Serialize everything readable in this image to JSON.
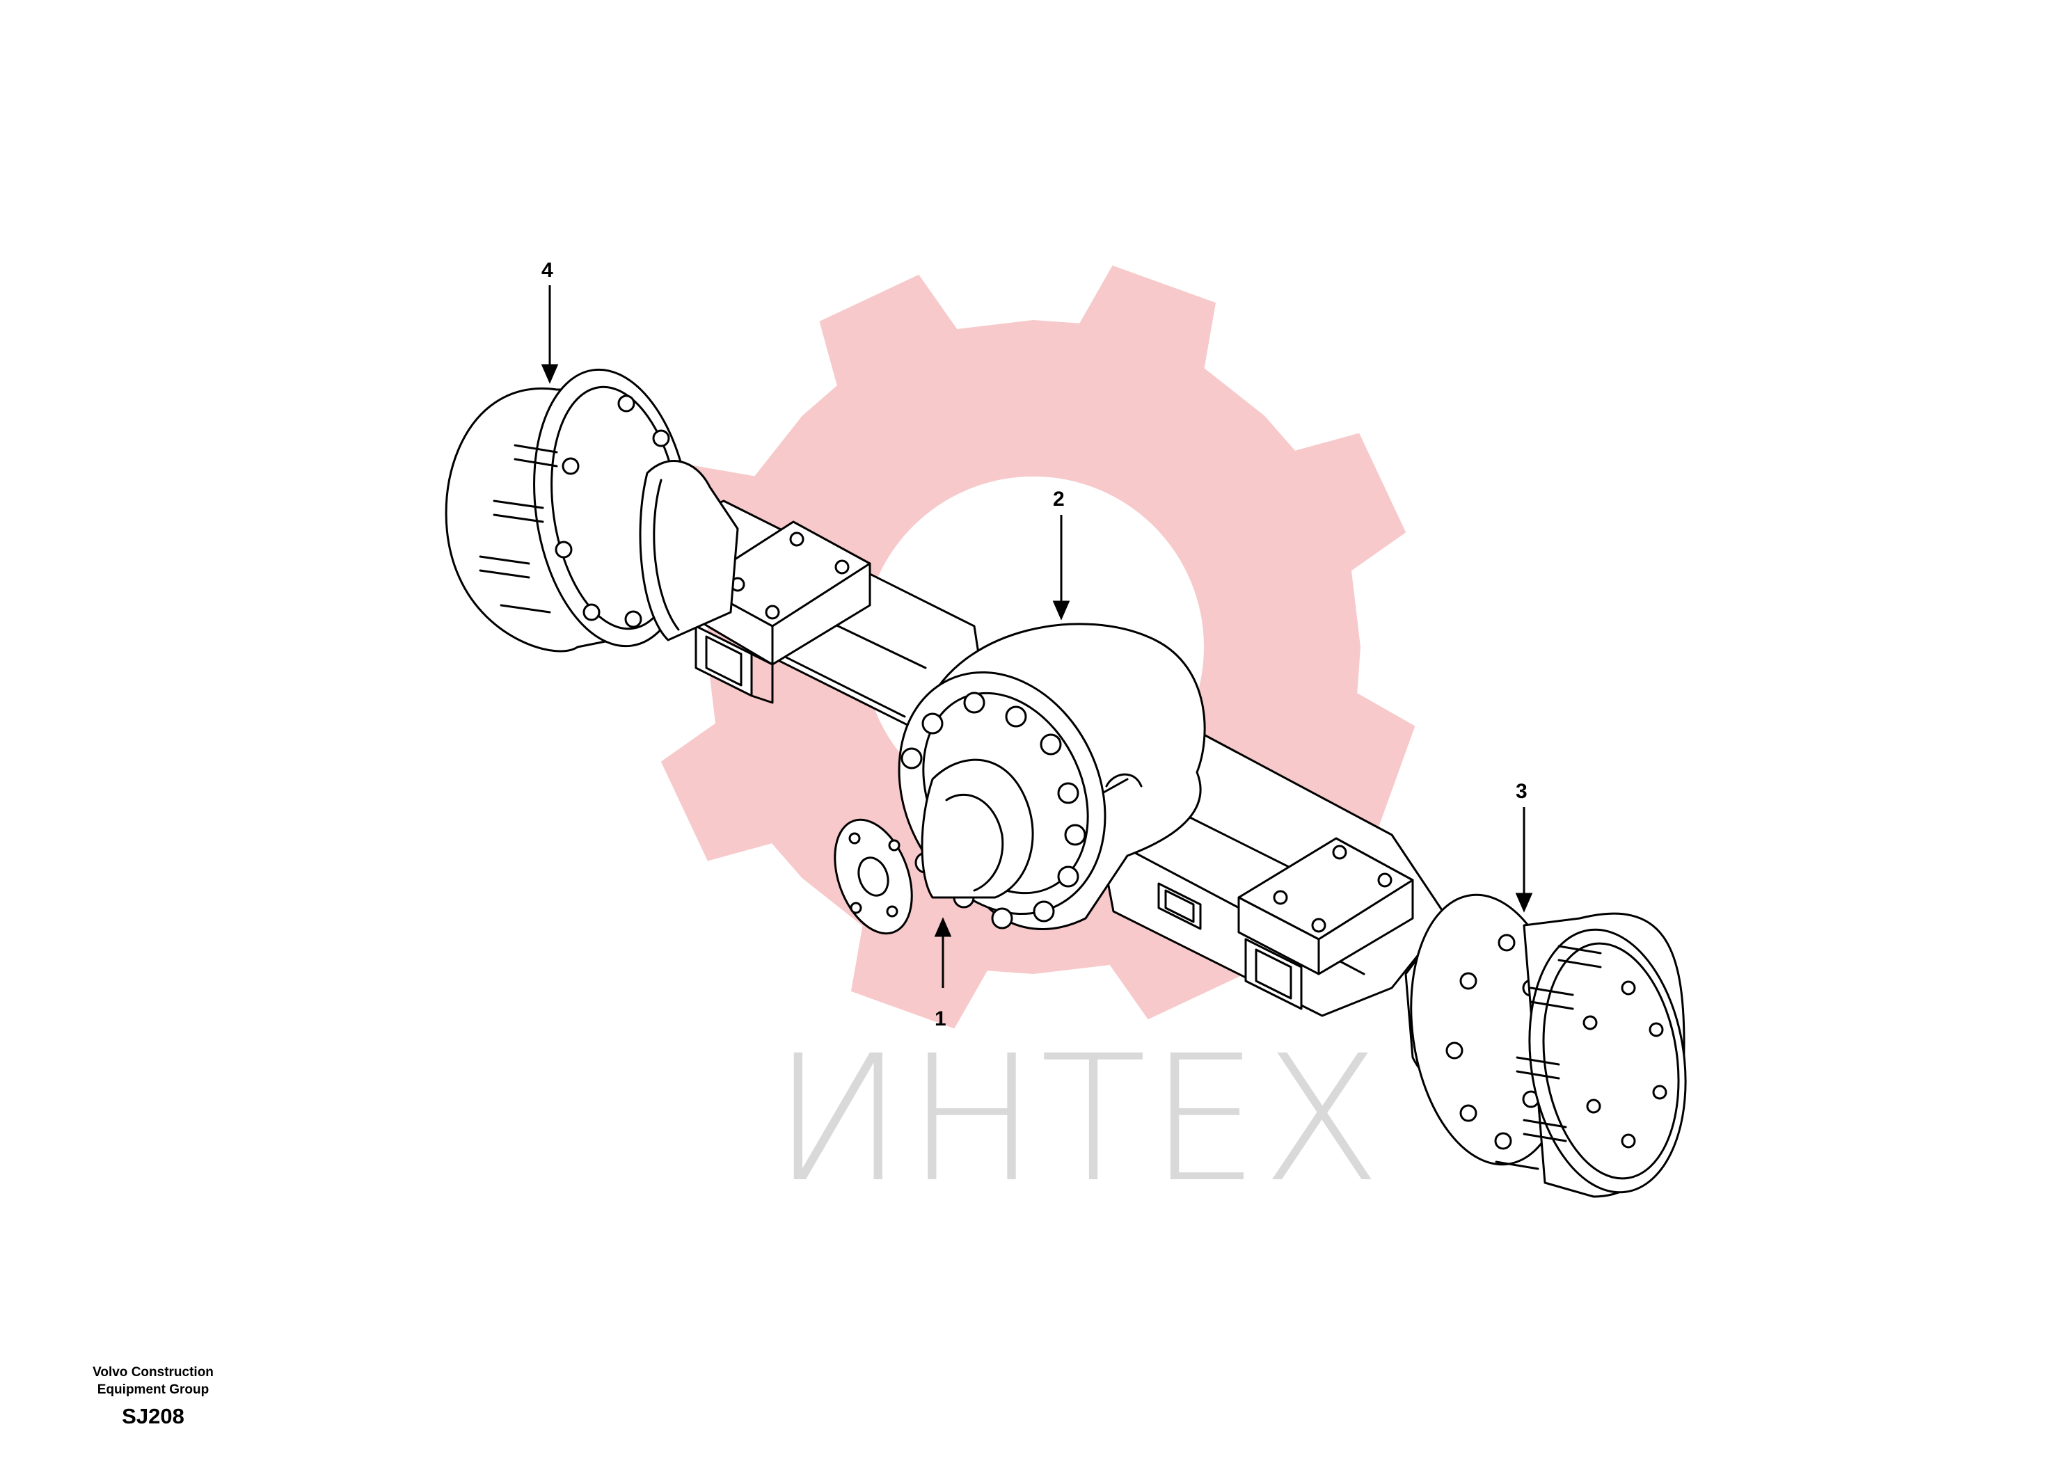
{
  "watermark": {
    "text": "ИНТЕХ",
    "gear_color": "#f7c9ca",
    "text_color": "#d9d9d9",
    "icon": "gear-logo-icon"
  },
  "diagram": {
    "part": "rigid axle assembly",
    "callouts": [
      {
        "id": "1",
        "label": "1"
      },
      {
        "id": "2",
        "label": "2"
      },
      {
        "id": "3",
        "label": "3"
      },
      {
        "id": "4",
        "label": "4"
      }
    ]
  },
  "footer": {
    "company_line1": "Volvo Construction",
    "company_line2": "Equipment Group",
    "code": "SJ208"
  }
}
